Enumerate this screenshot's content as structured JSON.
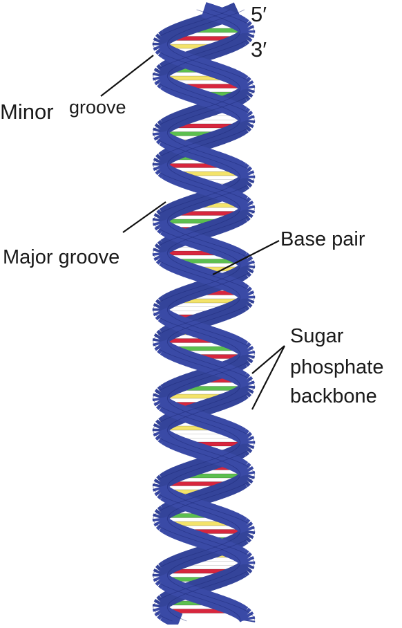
{
  "labels": {
    "five_prime": "5′",
    "three_prime": "3′",
    "minor": "Minor",
    "minor_groove": "groove",
    "major_groove": "Major groove",
    "base_pair": "Base pair",
    "sugar": "Sugar",
    "phosphate": "phosphate",
    "backbone": "backbone"
  },
  "colors": {
    "backbone_fill": "#3a4aa6",
    "backbone_edge": "#1e2a78",
    "base_green": "#5cbf4f",
    "base_red": "#d7263d",
    "base_yellow": "#f3e36a",
    "base_white": "#ffffff",
    "leader_line": "#111111"
  },
  "base_colors_cycle": [
    "green",
    "red",
    "yellow",
    "white",
    "red",
    "green",
    "yellow",
    "red"
  ]
}
